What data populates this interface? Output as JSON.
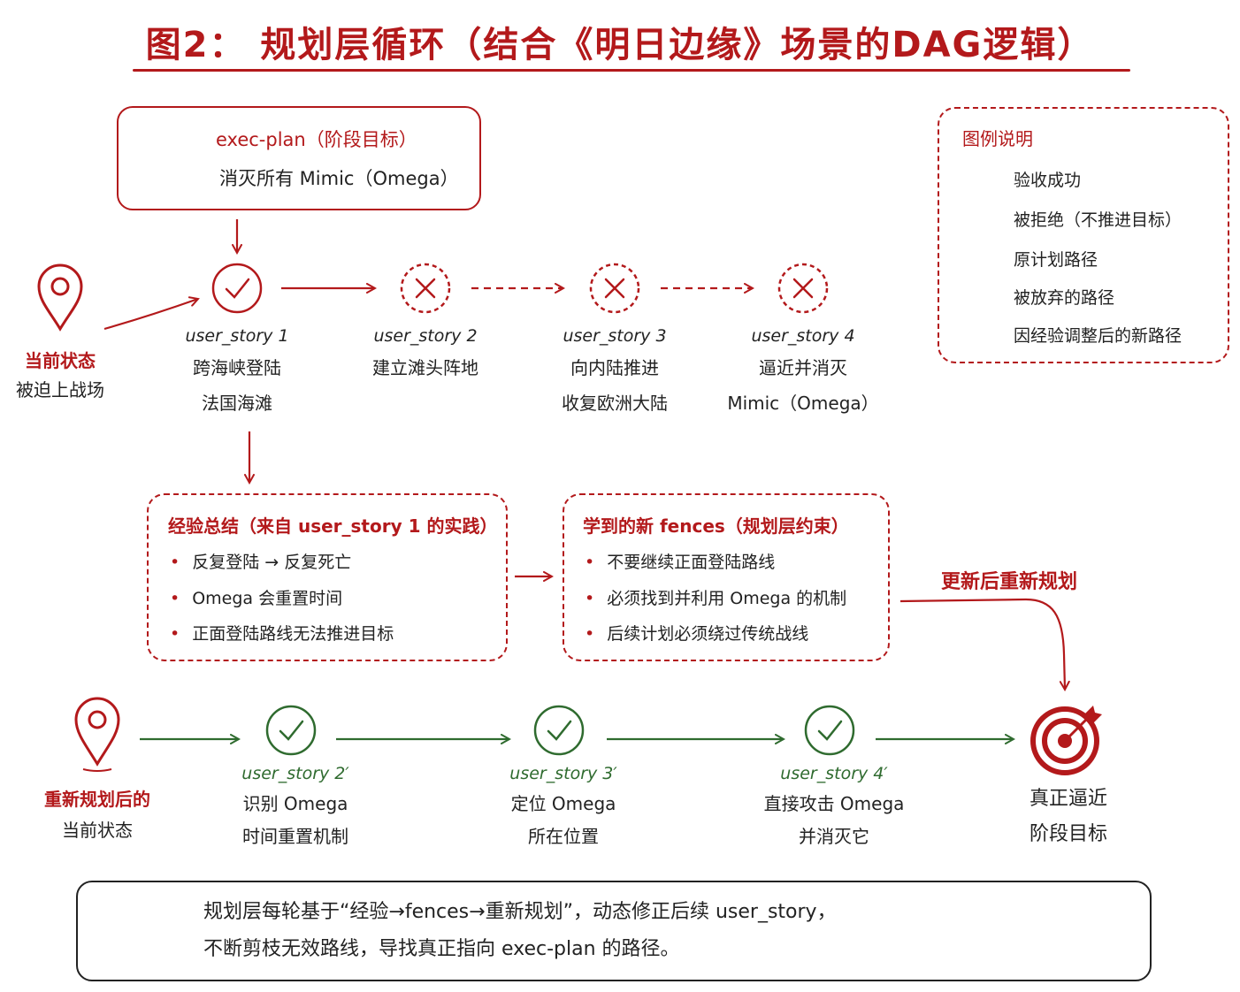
{
  "title": "图2： 规划层循环（结合《明日边缘》场景的DAG逻辑）",
  "exec_plan": {
    "title": "exec-plan（阶段目标）",
    "goal": "消灭所有 Mimic（Omega）"
  },
  "legend": {
    "title": "图例说明",
    "items": [
      {
        "icon": "check-circle-icon",
        "label": "验收成功"
      },
      {
        "icon": "x-circle-icon",
        "label": "被拒绝（不推进目标）"
      },
      {
        "icon": "solid-arrow-icon",
        "label": "原计划路径"
      },
      {
        "icon": "dashed-arrow-icon",
        "label": "被放弃的路径"
      },
      {
        "icon": "solid-arrow-icon",
        "label": "因经验调整后的新路径"
      }
    ]
  },
  "current_state": {
    "label": "当前状态",
    "sub": "被迫上战场"
  },
  "original_stories": [
    {
      "label": "user_story 1",
      "desc1": "跨海峡登陆",
      "desc2": "法国海滩",
      "status": "accepted"
    },
    {
      "label": "user_story 2",
      "desc1": "建立滩头阵地",
      "desc2": "",
      "status": "rejected"
    },
    {
      "label": "user_story 3",
      "desc1": "向内陆推进",
      "desc2": "收复欧洲大陆",
      "status": "rejected"
    },
    {
      "label": "user_story 4",
      "desc1": "逼近并消灭",
      "desc2": "Mimic（Omega）",
      "status": "rejected"
    }
  ],
  "experience": {
    "title": "经验总结（来自 user_story 1 的实践）",
    "items": [
      "反复登陆 → 反复死亡",
      "Omega 会重置时间",
      "正面登陆路线无法推进目标"
    ]
  },
  "fences": {
    "title": "学到的新 fences（规划层约束）",
    "items": [
      "不要继续正面登陆路线",
      "必须找到并利用 Omega 的机制",
      "后续计划必须绕过传统战线"
    ]
  },
  "update_label": "更新后重新规划",
  "replanned_state": {
    "label": "重新规划后的",
    "sub": "当前状态"
  },
  "new_stories": [
    {
      "label": "user_story 2′",
      "desc1": "识别 Omega",
      "desc2": "时间重置机制",
      "status": "accepted"
    },
    {
      "label": "user_story 3′",
      "desc1": "定位 Omega",
      "desc2": "所在位置",
      "status": "accepted"
    },
    {
      "label": "user_story 4′",
      "desc1": "直接攻击 Omega",
      "desc2": "并消灭它",
      "status": "accepted"
    }
  ],
  "final_goal": {
    "line1": "真正逼近",
    "line2": "阶段目标"
  },
  "note": {
    "line1": "规划层每轮基于“经验→fences→重新规划”，动态修正后续 user_story，",
    "line2": "不断剪枝无效路线，导找真正指向 exec-plan 的路径。"
  },
  "colors": {
    "accent_red": "#b3191b",
    "accept_green": "#2f6b2f",
    "text": "#222222"
  }
}
